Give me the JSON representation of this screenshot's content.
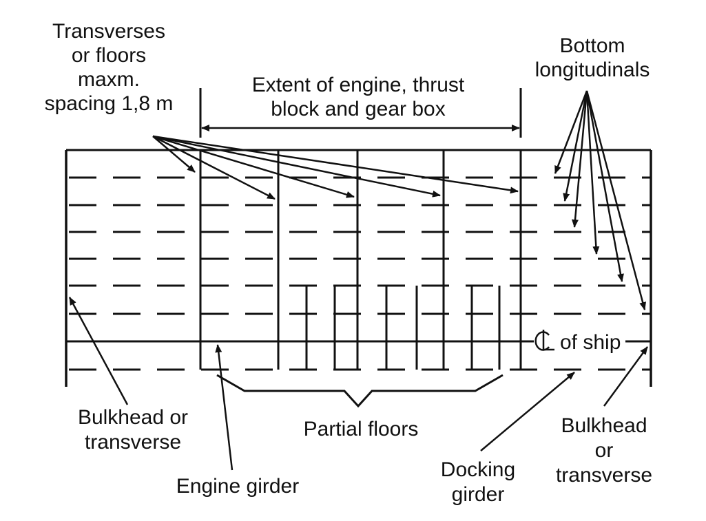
{
  "labels": {
    "transverses": [
      "Transverses",
      "or floors",
      "maxm.",
      "spacing 1,8 m"
    ],
    "extent": [
      "Extent of engine, thrust",
      "block and gear box"
    ],
    "bottom_longitudinals": [
      "Bottom",
      "longitudinals"
    ],
    "centerline": "of ship",
    "bulkhead_left": [
      "Bulkhead or",
      "transverse"
    ],
    "partial_floors": "Partial floors",
    "engine_girder": "Engine girder",
    "docking_girder": [
      "Docking",
      "girder"
    ],
    "bulkhead_right": [
      "Bulkhead",
      "or",
      "transverse"
    ]
  },
  "colors": {
    "ink": "#111111",
    "background": "#ffffff"
  }
}
